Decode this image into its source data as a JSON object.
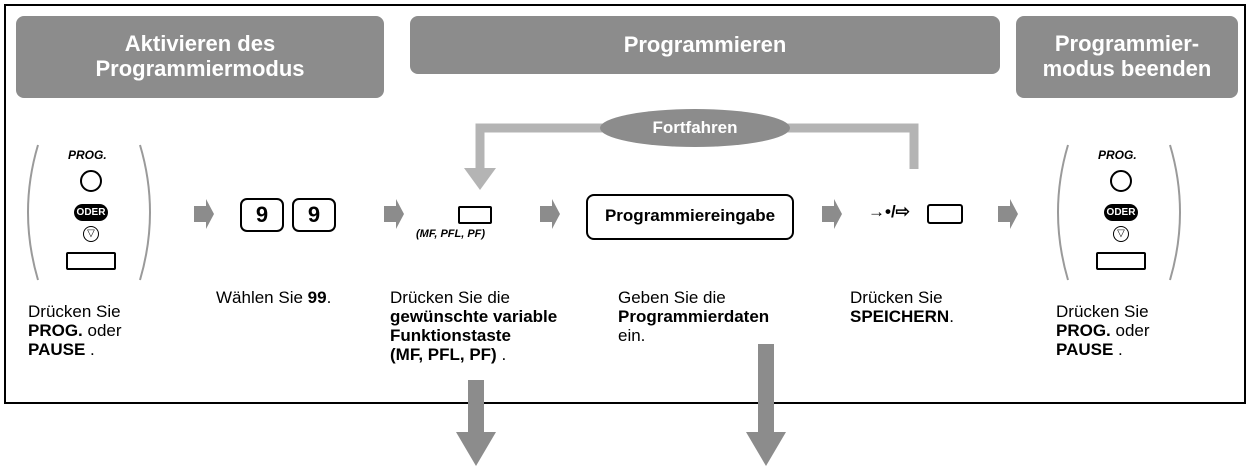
{
  "headers": {
    "activate": [
      "Aktivieren des",
      "Programmiermodus"
    ],
    "program": "Programmieren",
    "exit": [
      "Programmier-",
      "modus beenden"
    ]
  },
  "loop_label": "Fortfahren",
  "prog_label": "PROG.",
  "or_label": "ODER",
  "keys": [
    "9",
    "9"
  ],
  "flex_label": "(MF, PFL, PF)",
  "entry_label": "Programmiereingabe",
  "store_symbol": "→•/⇨",
  "steps": {
    "press_prog": {
      "pre": "Drücken Sie",
      "b1": "PROG.",
      "mid": " oder",
      "b2": "PAUSE",
      "post": "."
    },
    "dial": {
      "pre": "Wählen Sie ",
      "b": "99",
      "post": "."
    },
    "flex": {
      "pre": "Drücken Sie die",
      "b1": "gewünschte variable",
      "b2": "Funktionstaste",
      "b3": "(MF, PFL, PF)",
      "post": "."
    },
    "data": {
      "pre": "Geben Sie die",
      "b": "Programmierdaten",
      "post": "ein."
    },
    "store": {
      "pre": "Drücken Sie",
      "b": "SPEICHERN",
      "post": "."
    },
    "press_prog_end": {
      "pre": "Drücken Sie",
      "b1": "PROG.",
      "mid": " oder",
      "b2": "PAUSE",
      "post": "."
    }
  },
  "colors": {
    "header": "#8c8c8c",
    "arrow": "#8c8c8c",
    "loop_line": "#b4b4b4"
  }
}
